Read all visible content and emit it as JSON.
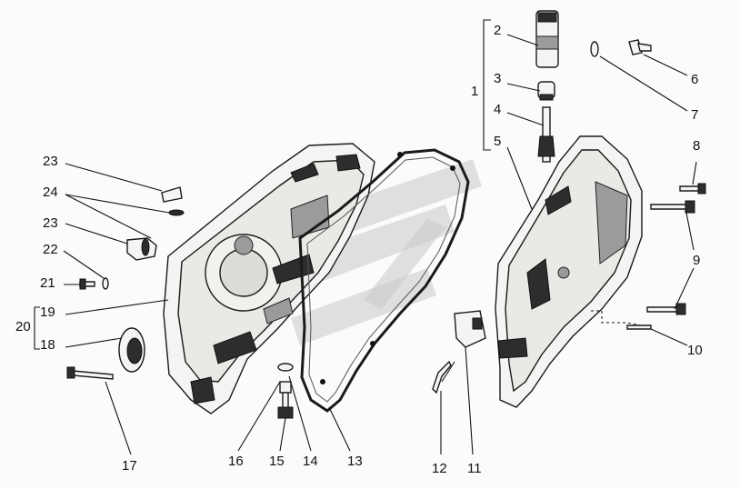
{
  "callouts": [
    {
      "id": "1",
      "text": "1"
    },
    {
      "id": "2",
      "text": "2"
    },
    {
      "id": "3",
      "text": "3"
    },
    {
      "id": "4",
      "text": "4"
    },
    {
      "id": "5",
      "text": "5"
    },
    {
      "id": "6",
      "text": "6"
    },
    {
      "id": "7",
      "text": "7"
    },
    {
      "id": "8",
      "text": "8"
    },
    {
      "id": "9",
      "text": "9"
    },
    {
      "id": "10",
      "text": "10"
    },
    {
      "id": "11",
      "text": "11"
    },
    {
      "id": "12",
      "text": "12"
    },
    {
      "id": "13",
      "text": "13"
    },
    {
      "id": "14",
      "text": "14"
    },
    {
      "id": "15",
      "text": "15"
    },
    {
      "id": "16",
      "text": "16"
    },
    {
      "id": "17",
      "text": "17"
    },
    {
      "id": "18",
      "text": "18"
    },
    {
      "id": "19",
      "text": "19"
    },
    {
      "id": "20",
      "text": "20"
    },
    {
      "id": "21",
      "text": "21"
    },
    {
      "id": "22",
      "text": "22"
    },
    {
      "id": "23a",
      "text": "23"
    },
    {
      "id": "23b",
      "text": "23"
    },
    {
      "id": "24",
      "text": "24"
    }
  ]
}
